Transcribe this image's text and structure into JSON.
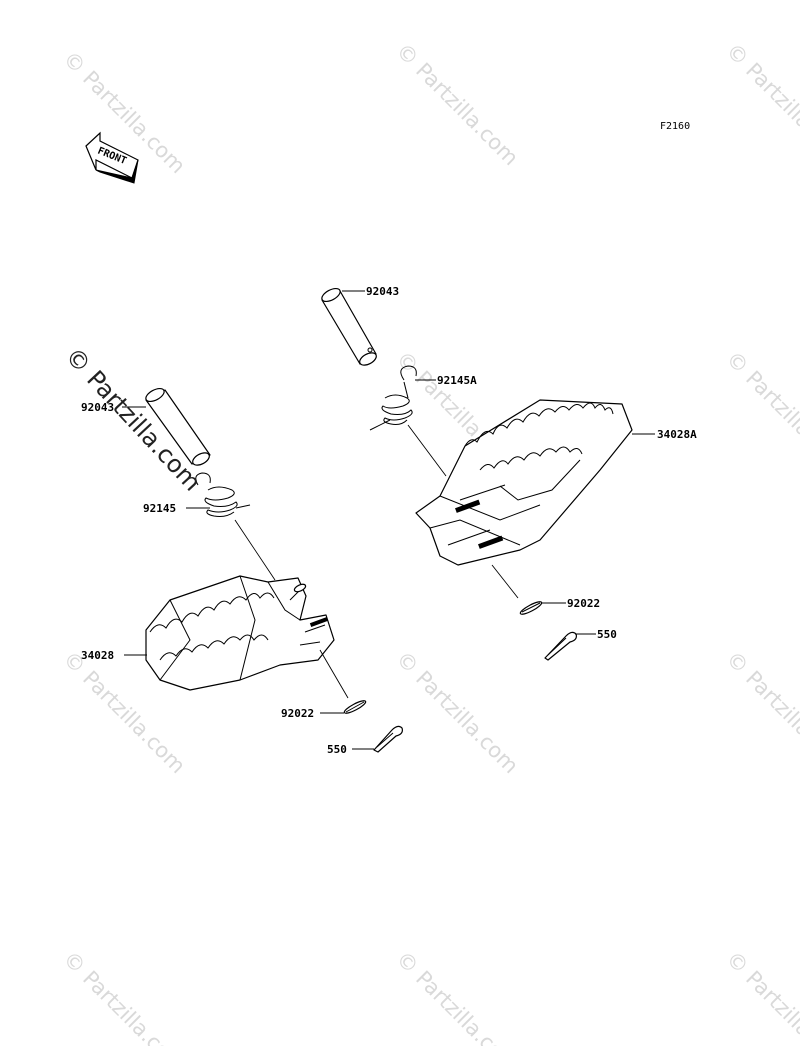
{
  "diagram": {
    "figure_code": "F2160",
    "front_label": "FRONT",
    "watermark": "© Partzilla.com",
    "prominent_watermark": "© Partzilla.com",
    "callouts": {
      "pin_right": "92043",
      "spring_right": "92145A",
      "footpeg_right": "34028A",
      "washer_right": "92022",
      "cotter_right": "550",
      "pin_left": "92043",
      "spring_left": "92145",
      "footpeg_left": "34028",
      "washer_left": "92022",
      "cotter_left": "550"
    }
  }
}
